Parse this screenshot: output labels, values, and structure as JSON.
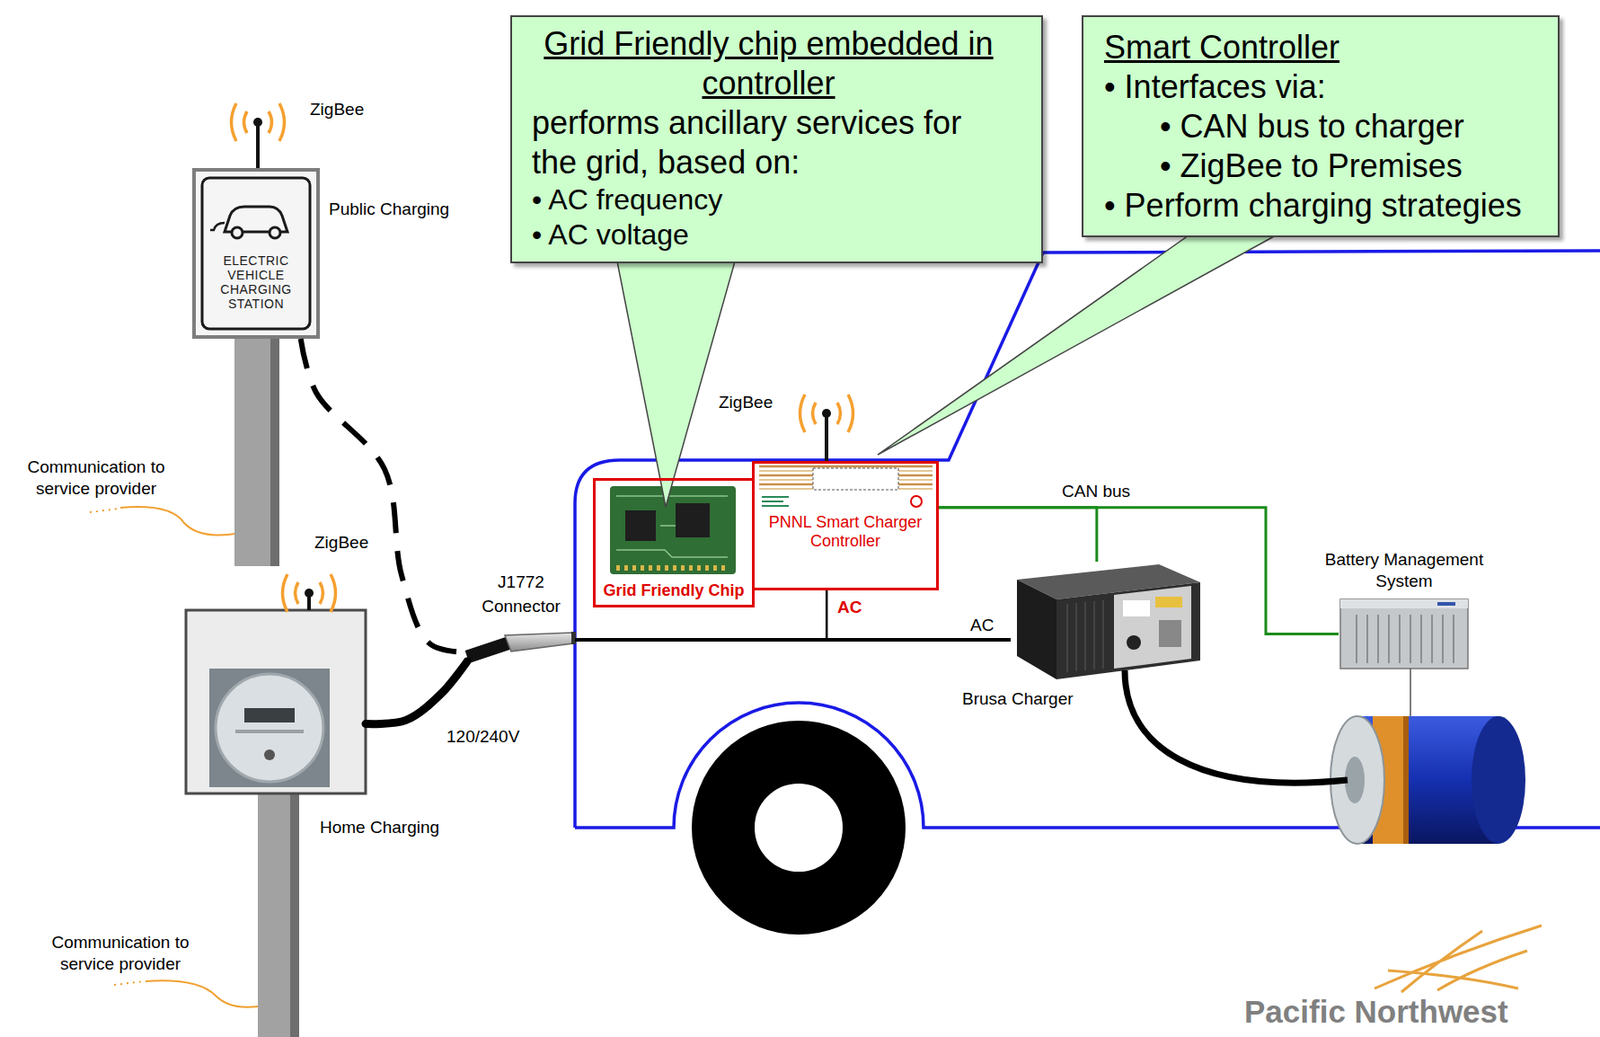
{
  "diagram": {
    "nodes": [
      {
        "text": [
          "Grid Friendly chip embedded in controller",
          "performs ancillary services for the grid, based on:",
          "• AC frequency",
          "• AC voltage"
        ]
      },
      {
        "text": [
          "Smart Controller",
          "• Interfaces via:",
          "• CAN bus to charger",
          "• ZigBee to Premises",
          "• Perform charging strategies"
        ]
      },
      {
        "text": [
          "ELECTRIC VEHICLE CHARGING STATION",
          "Public Charging"
        ]
      },
      {
        "text": [
          "Home Charging"
        ]
      },
      {
        "text": [
          "J1772 Connector"
        ]
      },
      {
        "text": [
          "Grid Friendly Chip"
        ]
      },
      {
        "text": [
          "PNNL Smart Charger Controller"
        ]
      },
      {
        "text": [
          "Brusa Charger"
        ]
      },
      {
        "text": [
          "Battery Management System"
        ]
      }
    ],
    "edges": [
      {
        "from": 3,
        "to": 4,
        "label": "120/240V",
        "arrow": "none"
      },
      {
        "from": 2,
        "to": 4,
        "arrow": "none"
      },
      {
        "from": 4,
        "to": 7,
        "label": "AC",
        "arrow": "none"
      },
      {
        "from": 4,
        "to": 6,
        "label": "AC",
        "arrow": "none"
      },
      {
        "from": 6,
        "to": 8,
        "label": "CAN bus",
        "arrow": "none"
      },
      {
        "from": 6,
        "to": 7,
        "arrow": "none"
      }
    ],
    "labels": [
      "ZigBee",
      "ZigBee",
      "Communication to service provider",
      "ZigBee",
      "Communication to service provider",
      "Pacific Northwest"
    ]
  }
}
